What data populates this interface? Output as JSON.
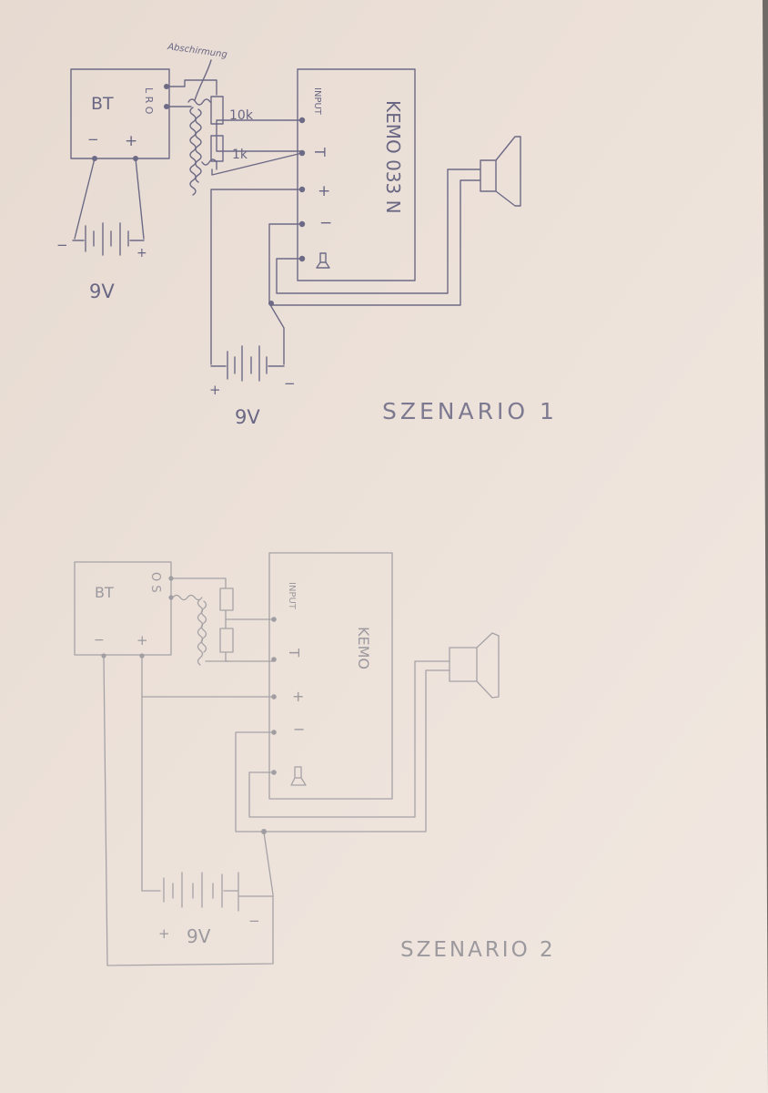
{
  "colors": {
    "paper": "#eadfd6",
    "ink_scenario1": "#6d6a86",
    "ink_scenario2": "#a5a2a6"
  },
  "scenario1": {
    "module_label": "BT",
    "module_pins": "L R O",
    "module_minus": "−",
    "module_plus": "+",
    "shield_label": "Abschirmung",
    "resistor_top": "10k",
    "resistor_bottom": "1k",
    "amp_label": "KEMO 033 N",
    "pin_input": "INPUT",
    "pin_t": "T",
    "pin_plus": "+",
    "pin_minus": "−",
    "battery_a_voltage": "9V",
    "battery_a_minus": "−",
    "battery_a_plus": "+",
    "battery_b_voltage": "9V",
    "battery_b_plus": "+",
    "battery_b_minus": "−",
    "title": "SZENARIO 1"
  },
  "scenario2": {
    "module_label": "BT",
    "module_pins": "O S",
    "module_minus": "−",
    "module_plus": "+",
    "amp_label": "KEMO",
    "pin_input": "INPUT",
    "pin_t": "T",
    "pin_plus": "+",
    "pin_minus": "−",
    "battery_voltage": "9V",
    "battery_plus": "+",
    "battery_minus": "−",
    "title": "SZENARIO 2"
  }
}
